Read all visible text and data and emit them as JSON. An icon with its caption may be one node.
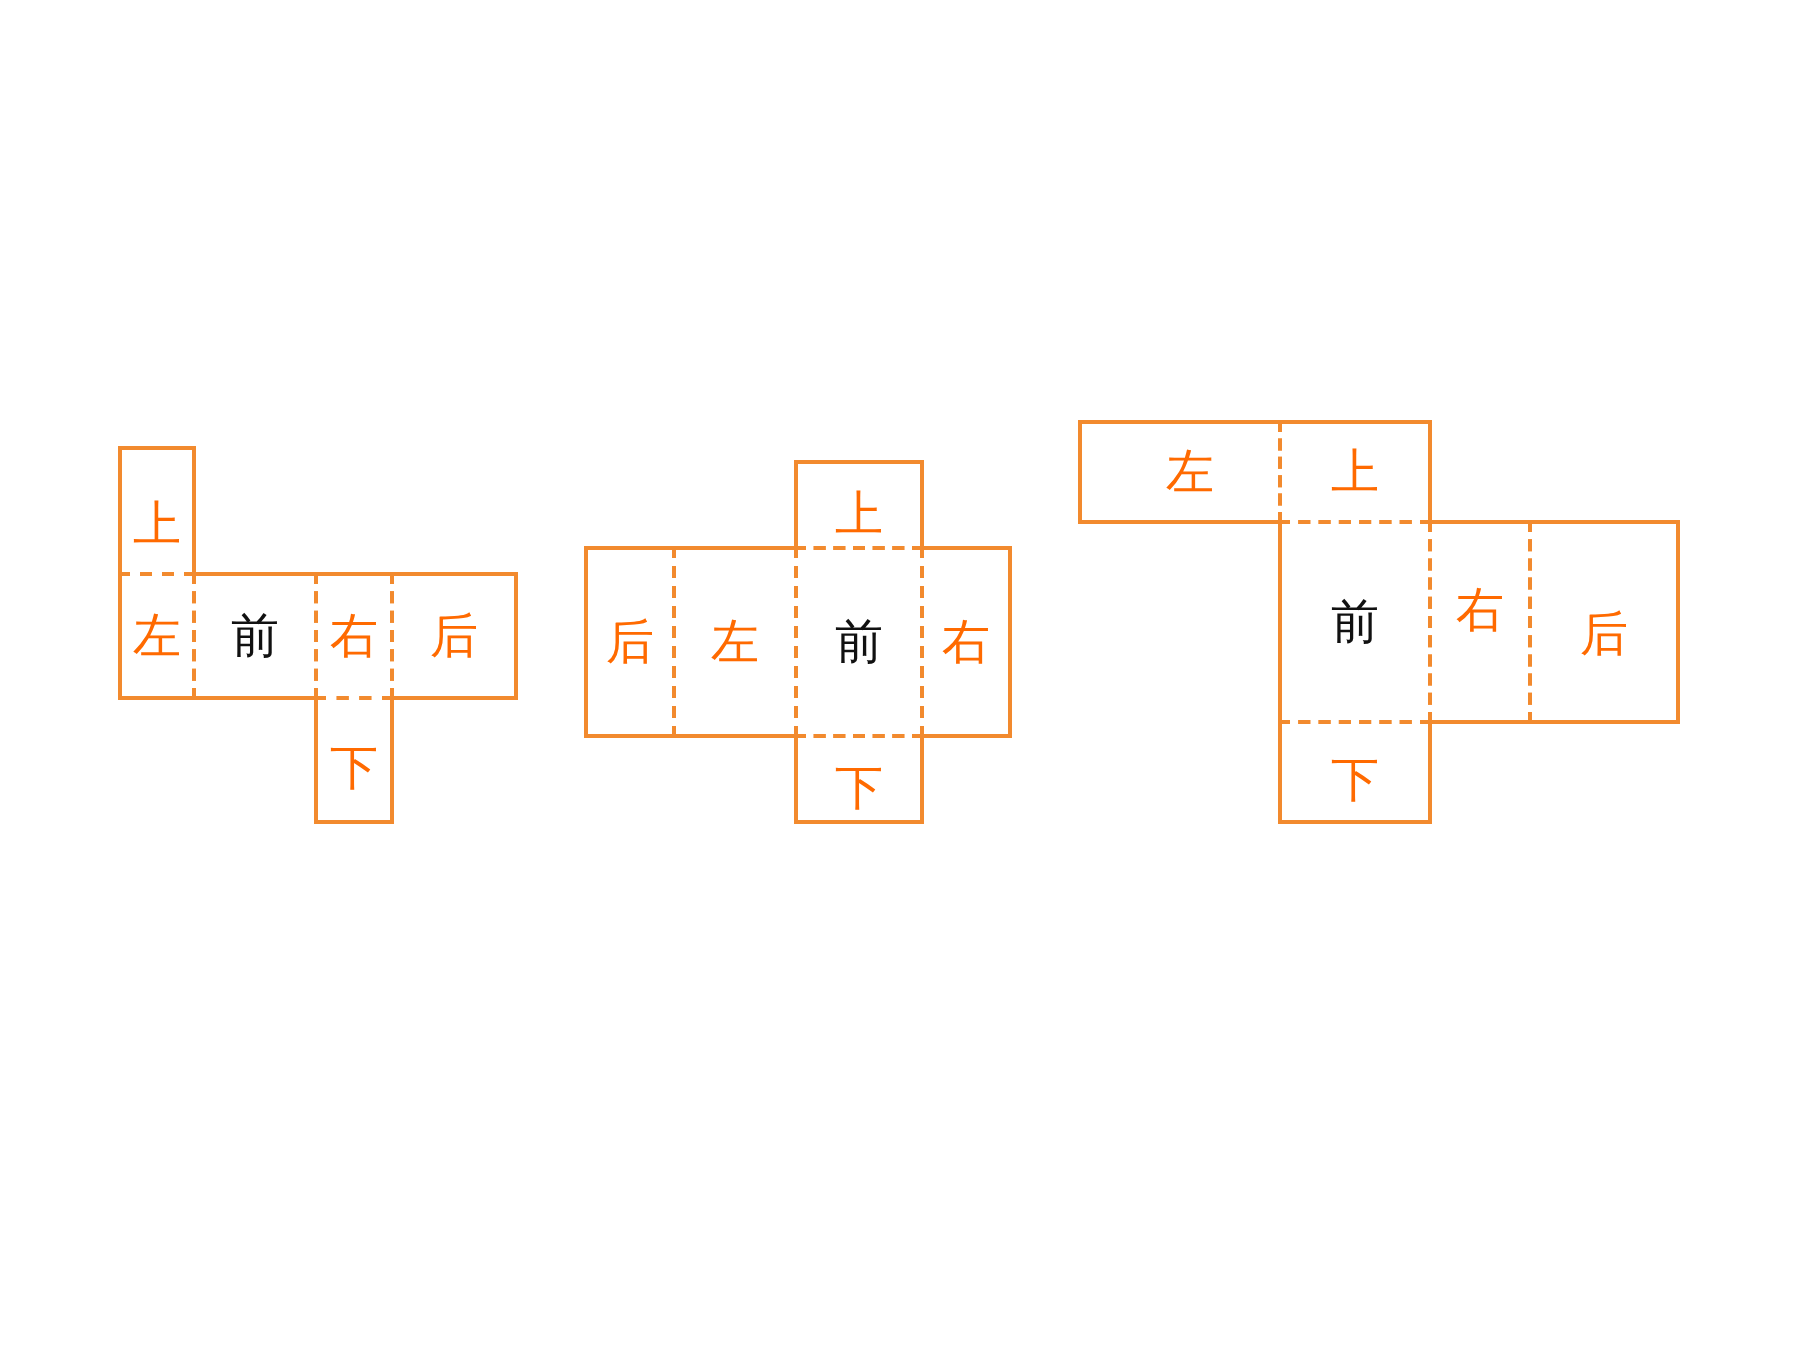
{
  "diagram": {
    "nodes": [
      {
        "text": [
          "上"
        ]
      },
      {
        "text": [
          "左"
        ]
      },
      {
        "text": [
          "前"
        ]
      },
      {
        "text": [
          "右"
        ]
      },
      {
        "text": [
          "后"
        ]
      },
      {
        "text": [
          "下"
        ]
      },
      {
        "text": [
          "上"
        ]
      },
      {
        "text": [
          "后"
        ]
      },
      {
        "text": [
          "左"
        ]
      },
      {
        "text": [
          "前"
        ]
      },
      {
        "text": [
          "右"
        ]
      },
      {
        "text": [
          "下"
        ]
      },
      {
        "text": [
          "左"
        ]
      },
      {
        "text": [
          "上"
        ]
      },
      {
        "text": [
          "前"
        ]
      },
      {
        "text": [
          "右"
        ]
      },
      {
        "text": [
          "后"
        ]
      },
      {
        "text": [
          "下"
        ]
      }
    ]
  }
}
